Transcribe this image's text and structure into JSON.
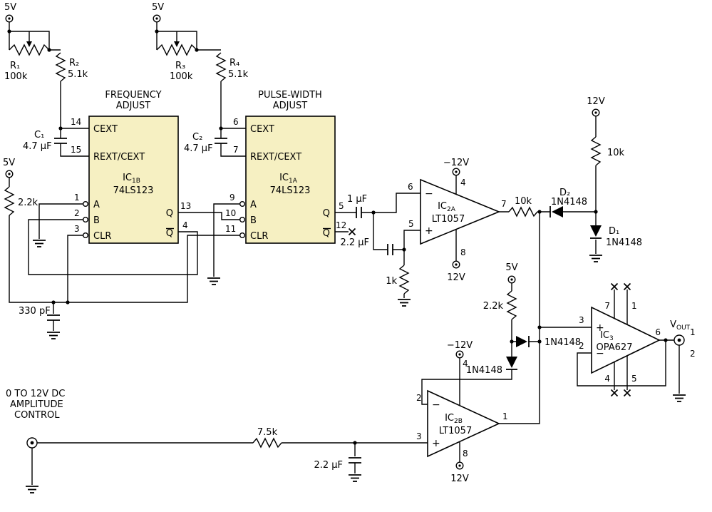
{
  "colors": {
    "ic_fill": "#f6f0c2",
    "wire": "#000000",
    "background": "#ffffff"
  },
  "supplies": {
    "s5_freq": "5V",
    "s5_pw": "5V",
    "s5_reset": "5V",
    "s5_clamp": "5V",
    "p12_rail": "12V",
    "m12_ic2a": "−12V",
    "p12_ic2a": "12V",
    "m12_ic2b": "−12V",
    "p12_ic2b": "12V"
  },
  "headings": {
    "freq1": "FREQUENCY",
    "freq2": "ADJUST",
    "pw1": "PULSE-WIDTH",
    "pw2": "ADJUST",
    "amp1": "0 TO 12V DC",
    "amp2": "AMPLITUDE",
    "amp3": "CONTROL"
  },
  "parts": {
    "r1_name": "R₁",
    "r1_val": "100k",
    "r2_name": "R₂",
    "r2_val": "5.1k",
    "r3_name": "R₃",
    "r3_val": "100k",
    "r4_name": "R₄",
    "r4_val": "5.1k",
    "c1_name": "C₁",
    "c1_val": "4.7 µF",
    "c2_name": "C₂",
    "c2_val": "4.7 µF",
    "r_pullup_val": "2.2k",
    "c_reset_val": "330 pF",
    "c_couple_val": "1 µF",
    "c_ac_val": "2.2 µF",
    "r_bias_val": "1k",
    "r_series_val": "10k",
    "d2_name": "D₂",
    "d2_val": "1N4148",
    "r_rail_val": "10k",
    "d1_name": "D₁",
    "d1_val": "1N4148",
    "r_amp_val": "2.2k",
    "d3_val": "1N4148",
    "d4_val": "1N4148",
    "r_in_val": "7.5k",
    "c_in_val": "2.2 µF"
  },
  "ic1b": {
    "ref": "IC",
    "ref_sub": "1B",
    "part": "74LS123",
    "pin_cext": "CEXT",
    "pin_rext": "REXT/CEXT",
    "pin_a": "A",
    "pin_b": "B",
    "pin_clr": "CLR",
    "pin_q": "Q",
    "pin_qbar": "Q",
    "num_cext": "14",
    "num_rext": "15",
    "num_a": "1",
    "num_b": "2",
    "num_clr": "3",
    "num_q": "13",
    "num_qbar": "4"
  },
  "ic1a": {
    "ref": "IC",
    "ref_sub": "1A",
    "part": "74LS123",
    "pin_cext": "CEXT",
    "pin_rext": "REXT/CEXT",
    "pin_a": "A",
    "pin_b": "B",
    "pin_clr": "CLR",
    "pin_q": "Q",
    "pin_qbar": "Q",
    "num_cext": "6",
    "num_rext": "7",
    "num_a": "9",
    "num_b": "10",
    "num_clr": "11",
    "num_q": "5",
    "num_qbar": "12"
  },
  "ic2a": {
    "ref": "IC",
    "ref_sub": "2A",
    "part": "LT1057",
    "sign_minus": "−",
    "sign_plus": "+",
    "num_minus": "6",
    "num_plus": "5",
    "num_vneg": "4",
    "num_vpos": "8",
    "num_out": "7"
  },
  "ic2b": {
    "ref": "IC",
    "ref_sub": "2B",
    "part": "LT1057",
    "sign_minus": "−",
    "sign_plus": "+",
    "num_minus": "2",
    "num_plus": "3",
    "num_vneg": "4",
    "num_vpos": "8",
    "num_out": "1"
  },
  "ic3": {
    "ref": "IC",
    "ref_sub": "3",
    "part": "OPA627",
    "sign_plus": "+",
    "sign_minus": "−",
    "num_plus": "3",
    "num_minus": "2",
    "num_out": "6",
    "nc_top_left": "7",
    "nc_top_right": "1",
    "nc_bot_left": "4",
    "nc_bot_right": "5"
  },
  "vout": {
    "label_main": "V",
    "label_sub": "OUT",
    "pin_sig": "1",
    "pin_gnd": "2"
  }
}
